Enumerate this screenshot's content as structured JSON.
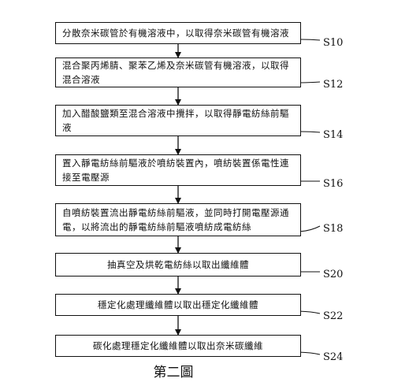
{
  "steps": [
    {
      "text": "分散奈米碳管於有機溶液中，以取得奈米碳管有機溶液",
      "label": "S10"
    },
    {
      "text": "混合聚丙烯腈、聚苯乙烯及奈米碳管有機溶液，以取得混合溶液",
      "label": "S12"
    },
    {
      "text": "加入醋酸鹽類至混合溶液中攪拌，以取得靜電紡絲前驅液",
      "label": "S14"
    },
    {
      "text": "置入靜電紡絲前驅液於噴紡裝置內，噴紡裝置係電性連接至電壓源",
      "label": "S16"
    },
    {
      "text": "自噴紡裝置流出靜電紡絲前驅液，並同時打開電壓源通電，以將流出的靜電紡絲前驅液噴紡成電紡絲",
      "label": "S18"
    },
    {
      "text": "抽真空及烘乾電紡絲以取出纖維體",
      "label": "S20"
    },
    {
      "text": "穩定化處理纖維體以取出穩定化纖維體",
      "label": "S22"
    },
    {
      "text": "碳化處理穩定化纖維體以取出奈米碳纖維",
      "label": "S24"
    }
  ],
  "figure_title": "第二圖"
}
